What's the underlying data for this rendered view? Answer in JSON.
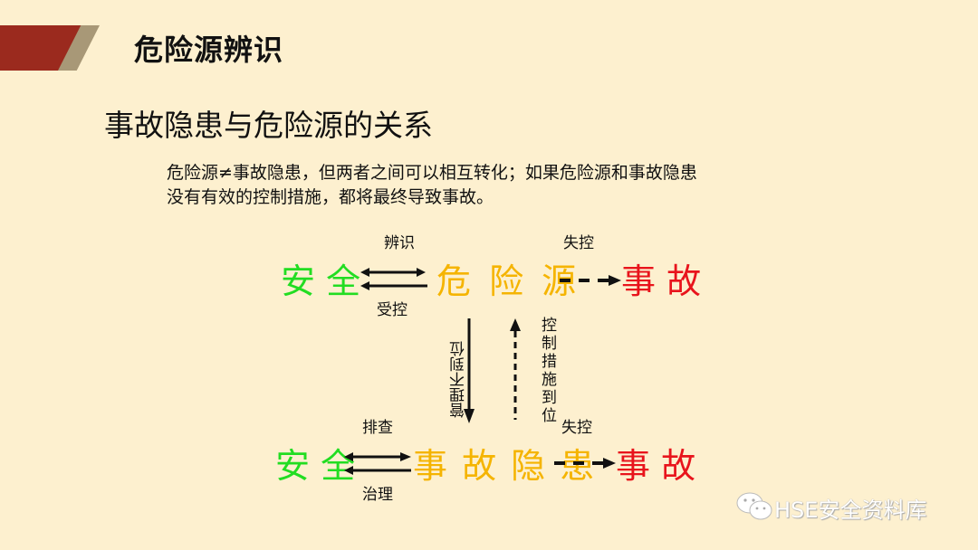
{
  "header": {
    "title": "危险源辨识",
    "accent_colors": {
      "red": "#9b2a1e",
      "tan": "#a89877"
    }
  },
  "slide": {
    "subtitle": "事故隐患与危险源的关系",
    "description_line1": "危险源≠事故隐患，但两者之间可以相互转化；如果危险源和事故隐患",
    "description_line2": "没有有效的控制措施，都将最终导致事故。"
  },
  "diagram": {
    "top": {
      "safe": "安 全",
      "hazard": "危 险 源",
      "accident": "事 故",
      "arrow_right_label": "辨识",
      "arrow_left_label": "受控",
      "dashed_label": "失控"
    },
    "vertical": {
      "down_label": "管理不到位",
      "up_label": "控制措施到位"
    },
    "bottom": {
      "safe": "安 全",
      "hidden_danger": "事 故 隐 患",
      "accident": "事 故",
      "arrow_right_label": "排查",
      "arrow_left_label": "治理",
      "dashed_label": "失控"
    },
    "colors": {
      "safe": "#22dd22",
      "hazard": "#f5b400",
      "accident": "#e8141c"
    }
  },
  "watermark": {
    "icon": "wechat-icon",
    "text": "HSE安全资料库"
  }
}
